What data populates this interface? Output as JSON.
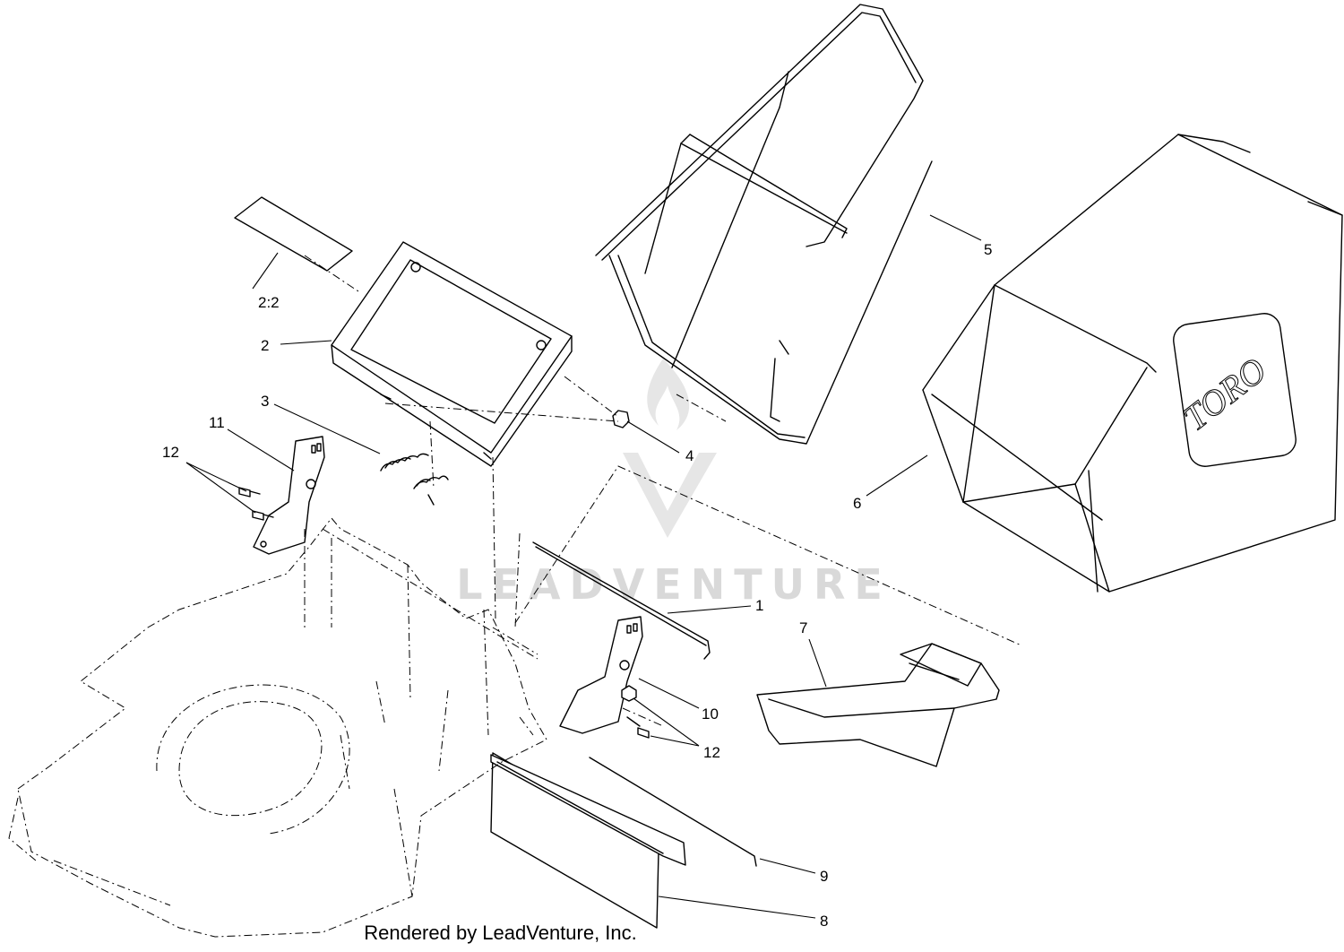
{
  "callouts": {
    "c1": "1",
    "c2": "2",
    "c2_2": "2:2",
    "c3": "3",
    "c4": "4",
    "c5": "5",
    "c6": "6",
    "c7": "7",
    "c8": "8",
    "c9": "9",
    "c10": "10",
    "c11": "11",
    "c12a": "12",
    "c12b": "12"
  },
  "bag_brand": "TORO",
  "watermark": "LEADVENTURE",
  "credit": "Rendered by LeadVenture, Inc."
}
